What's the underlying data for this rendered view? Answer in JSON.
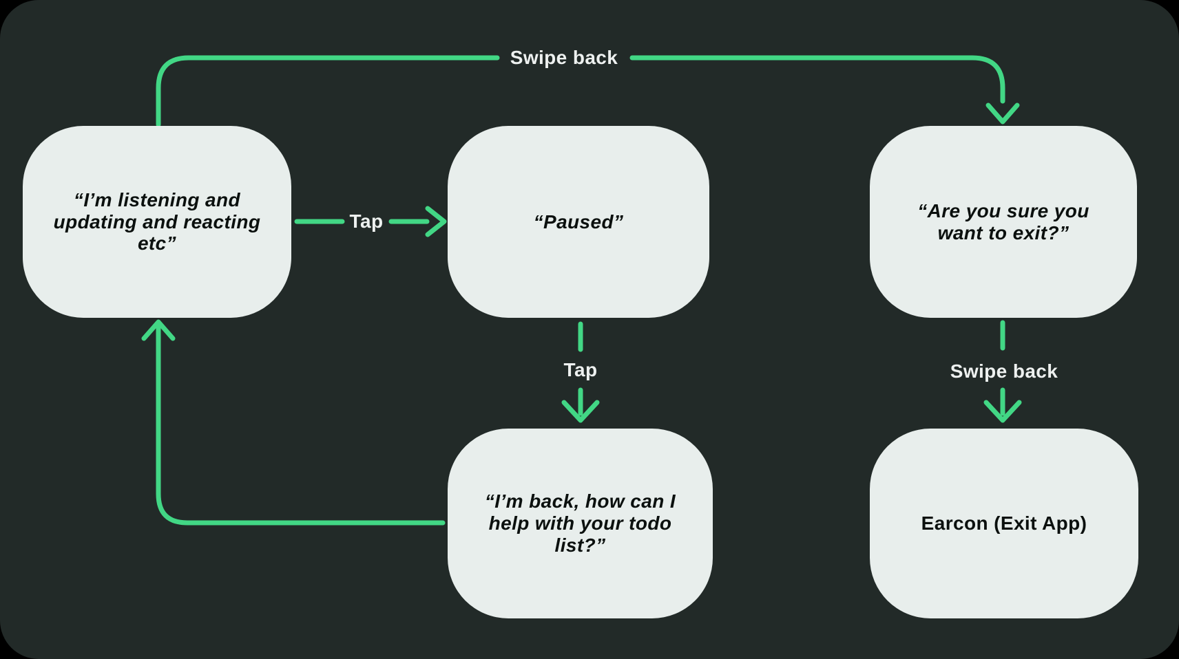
{
  "colors": {
    "background": "#000000",
    "panel": "#222a28",
    "node_fill": "#e8eeec",
    "accent_green": "#42d785",
    "node_text": "#0b100e",
    "label_text": "#eef1f0"
  },
  "nodes": [
    {
      "id": "listening",
      "label": "“I’m listening and\nupdating and reacting\netc”"
    },
    {
      "id": "paused",
      "label": "“Paused”"
    },
    {
      "id": "confirm-exit",
      "label": "“Are you sure you\nwant to exit?”"
    },
    {
      "id": "back-todo",
      "label": "“I’m back, how can I\nhelp with your todo\nlist?”"
    },
    {
      "id": "earcon-exit",
      "label": "Earcon (Exit App)"
    }
  ],
  "edge_labels": {
    "swipe_back_top": "Swipe back",
    "tap_right": "Tap",
    "tap_down": "Tap",
    "swipe_back_down": "Swipe back"
  }
}
